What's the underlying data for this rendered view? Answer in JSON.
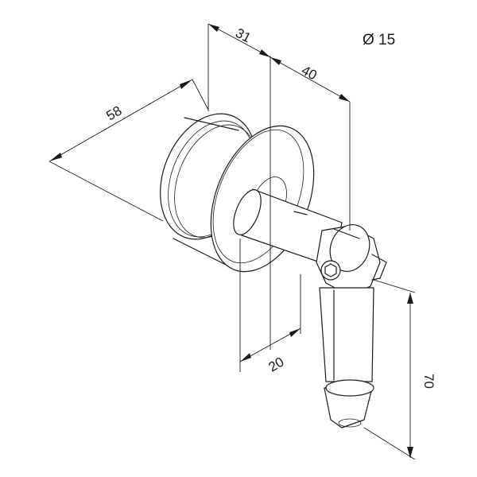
{
  "dimensions": {
    "d58": "58",
    "d31": "31",
    "d40": "40",
    "d20": "20",
    "d70": "70",
    "diameter": "Ø 15"
  }
}
